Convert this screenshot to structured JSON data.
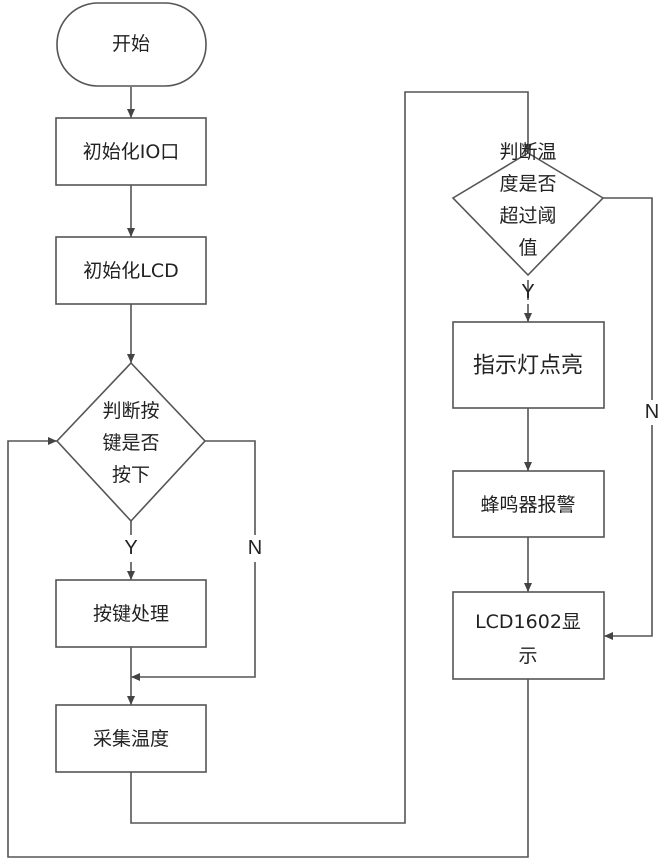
{
  "flowchart": {
    "start": "开始",
    "init_io": "初始化IO口",
    "init_lcd": "初始化LCD",
    "key_decision": [
      "判断按",
      "键是否",
      "按下"
    ],
    "key_process": "按键处理",
    "collect_temp": "采集温度",
    "temp_decision": [
      "判断温",
      "度是否",
      "超过阈",
      "值"
    ],
    "indicator_on": "指示灯点亮",
    "buzzer_alarm": "蜂鸣器报警",
    "lcd_display": [
      "LCD1602显",
      "示"
    ],
    "yes_label": "Y",
    "no_label": "N"
  }
}
